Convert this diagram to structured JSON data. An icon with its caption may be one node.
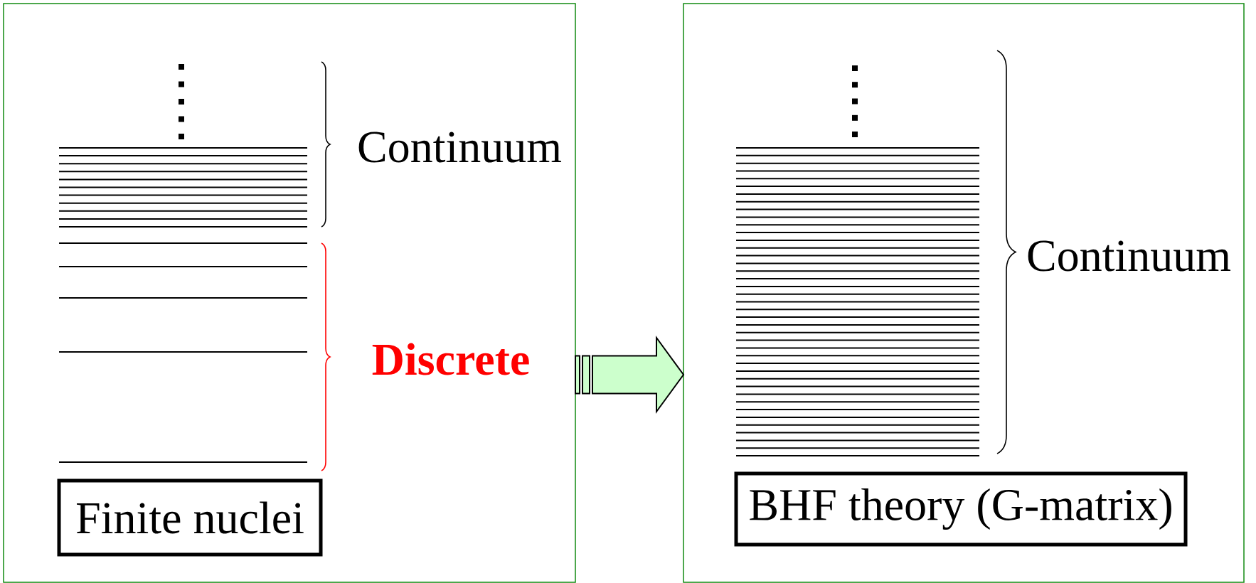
{
  "diagram": {
    "nodes": [
      {
        "text": [],
        "shape": "box"
      },
      {
        "text": [],
        "shape": "box"
      },
      {
        "text": [
          "Finite nuclei"
        ],
        "in": 0
      },
      {
        "text": [
          "BHF theory (G-matrix)"
        ],
        "in": 1
      }
    ],
    "edges": [
      {
        "from": 0,
        "to": 1,
        "arrow": "to"
      }
    ],
    "labels": [
      "Continuum",
      "Discrete",
      "Continuum"
    ]
  }
}
